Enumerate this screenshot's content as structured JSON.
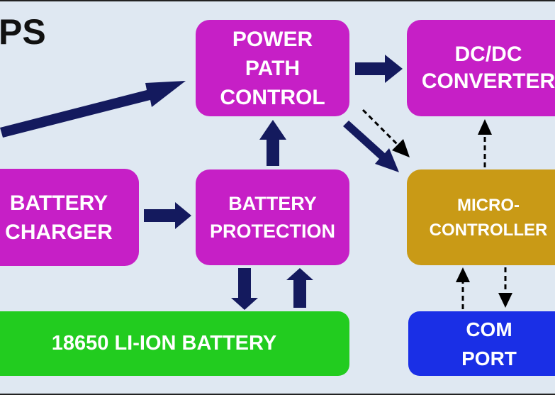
{
  "diagram": {
    "title": "PS",
    "blocks": {
      "power_path": [
        "POWER",
        "PATH",
        "CONTROL"
      ],
      "dcdc": [
        "DC/DC",
        "CONVERTER"
      ],
      "charger": [
        "BATTERY",
        "CHARGER"
      ],
      "protection": [
        "BATTERY",
        "PROTECTION"
      ],
      "micro": [
        "MICRO-",
        "CONTROLLER"
      ],
      "battery": "18650 LI-ION BATTERY",
      "com_port": [
        "COM",
        "PORT"
      ]
    },
    "connections": [
      {
        "from": "input",
        "to": "power_path",
        "style": "power"
      },
      {
        "from": "power_path",
        "to": "dcdc",
        "style": "power"
      },
      {
        "from": "power_path",
        "to": "micro",
        "style": "power"
      },
      {
        "from": "power_path",
        "to": "micro",
        "style": "signal-dashed"
      },
      {
        "from": "charger",
        "to": "protection",
        "style": "power"
      },
      {
        "from": "protection",
        "to": "power_path",
        "style": "power"
      },
      {
        "from": "protection",
        "to": "battery",
        "style": "power"
      },
      {
        "from": "battery",
        "to": "protection",
        "style": "power"
      },
      {
        "from": "micro",
        "to": "dcdc",
        "style": "signal-dashed"
      },
      {
        "from": "micro",
        "to": "com_port",
        "style": "signal-dashed"
      },
      {
        "from": "com_port",
        "to": "micro",
        "style": "signal-dashed"
      }
    ],
    "colors": {
      "background": "#dfe8f2",
      "block_magenta": "#c61fc6",
      "block_amber": "#c99a16",
      "block_green": "#22cc1f",
      "block_blue": "#1a2fe6",
      "power_arrow": "#141a5e",
      "signal_arrow": "#000000"
    }
  }
}
